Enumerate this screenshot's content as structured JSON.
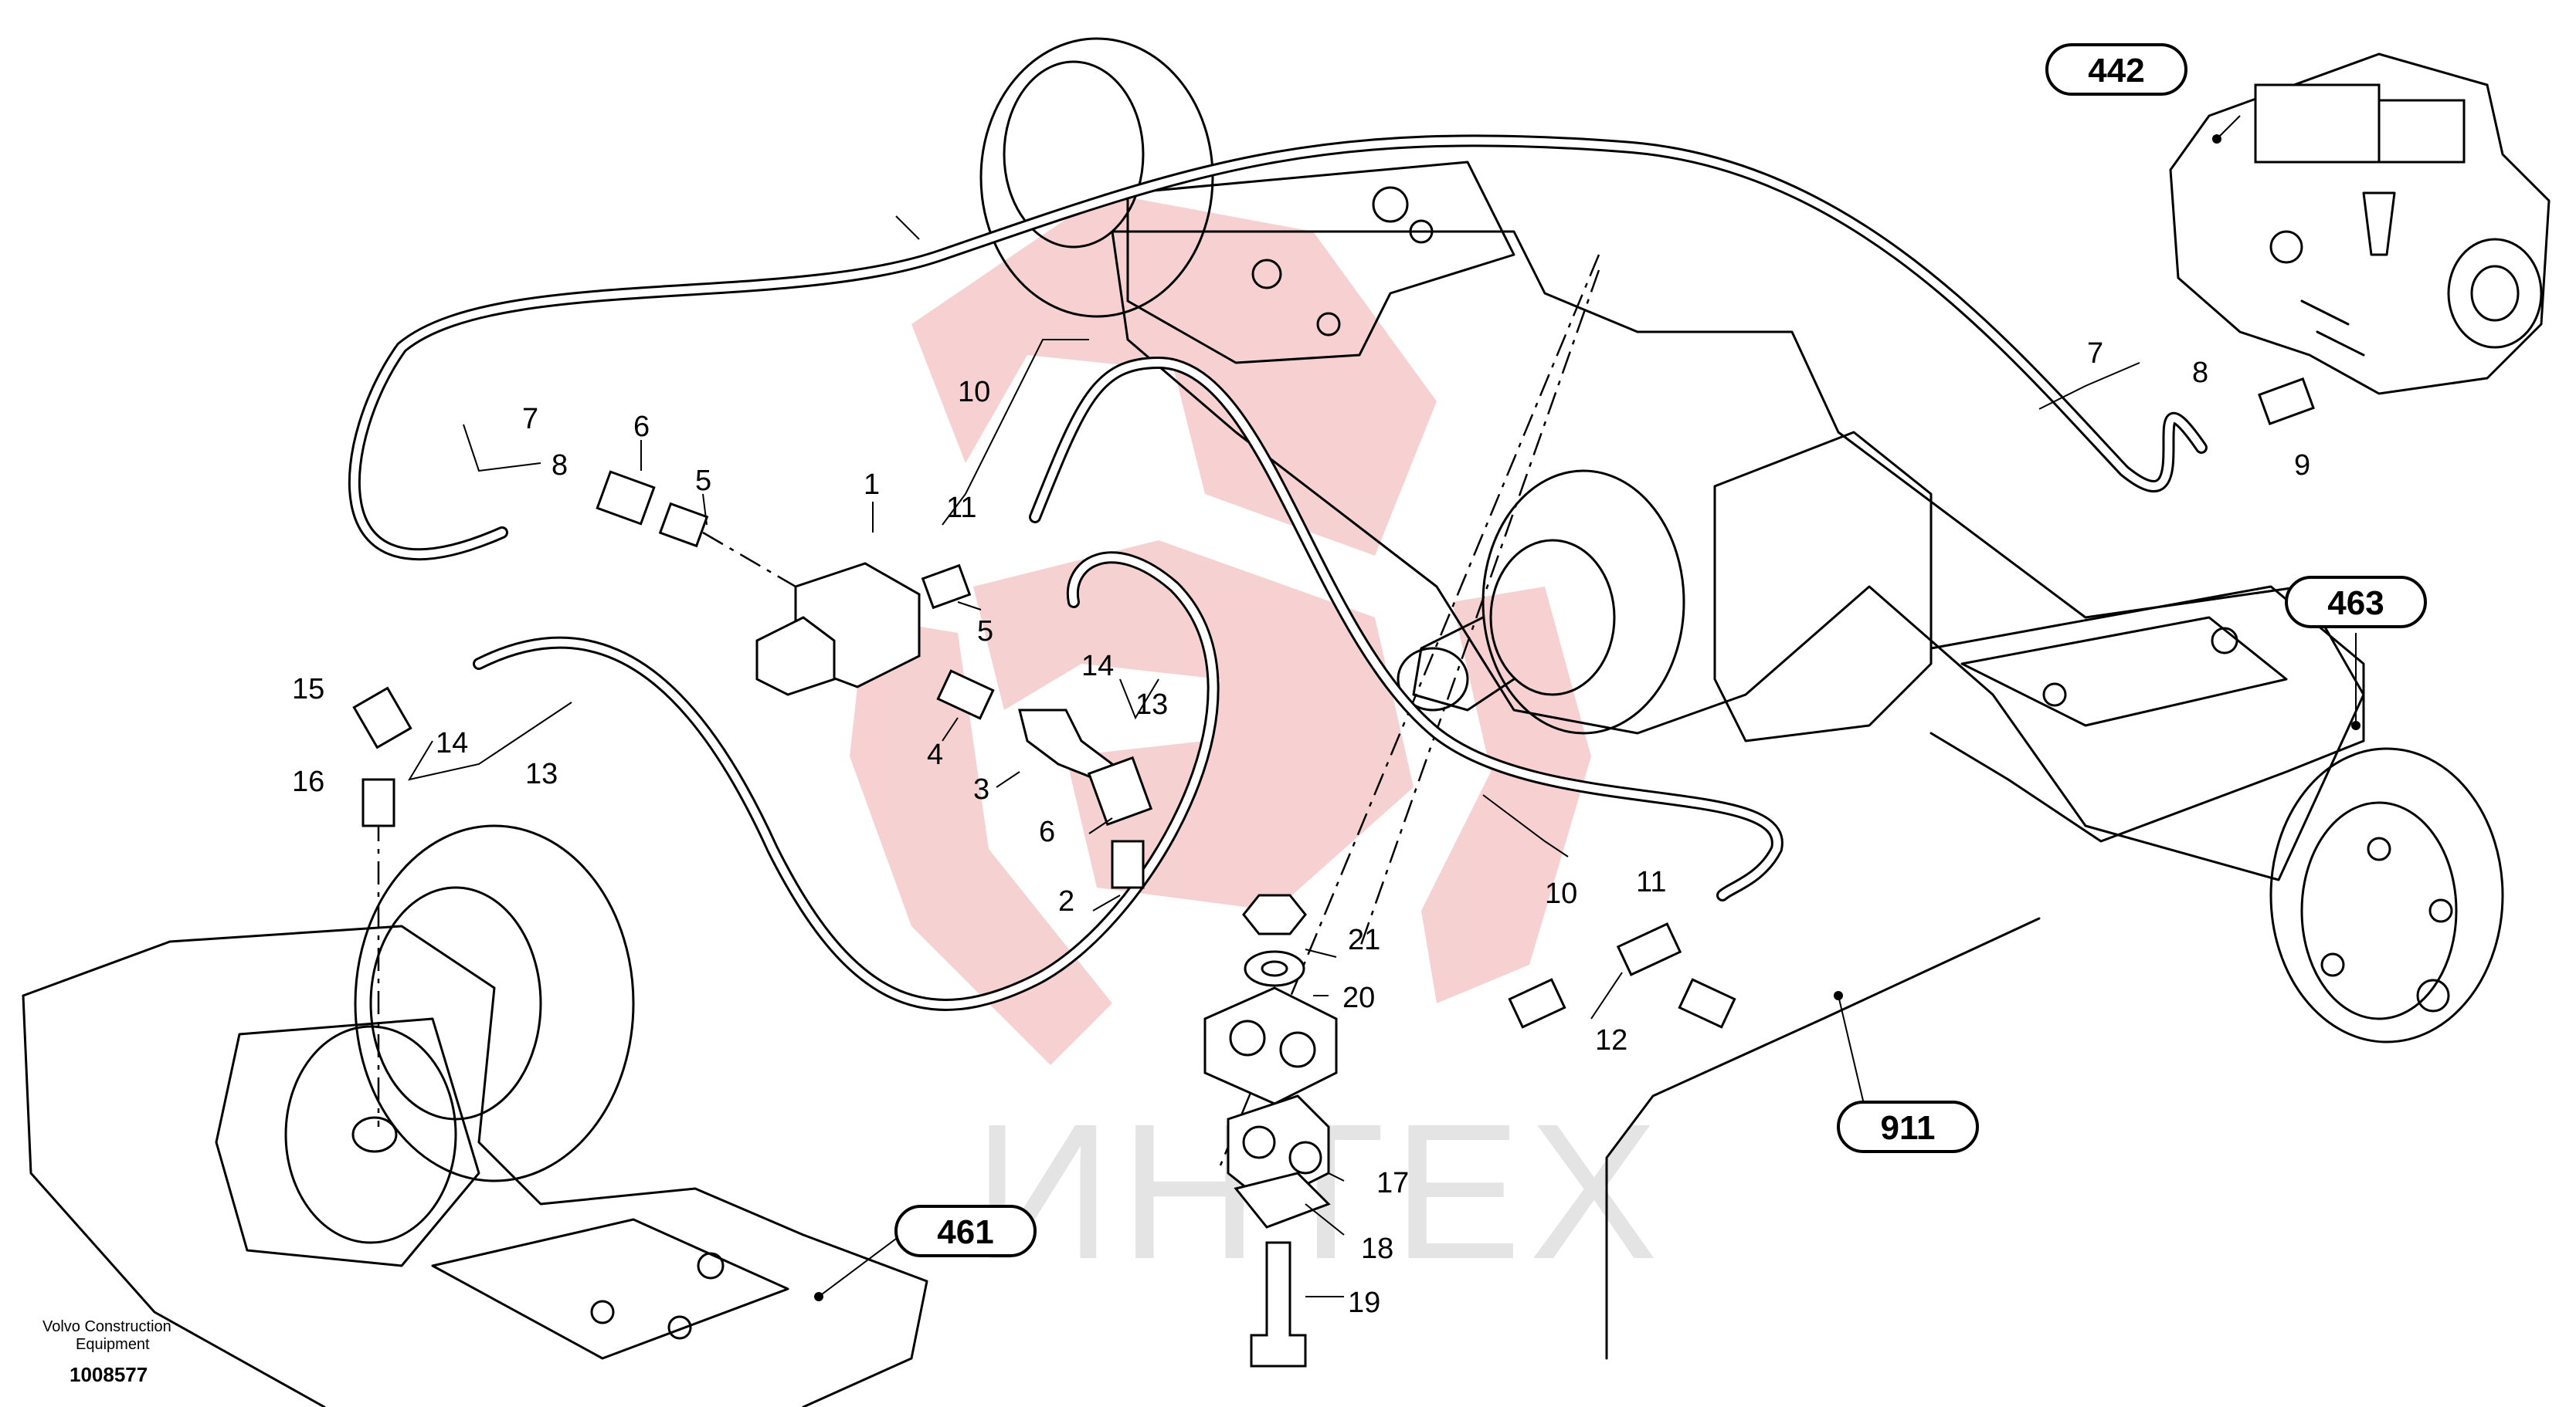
{
  "callouts": [
    "1",
    "2",
    "3",
    "4",
    "5",
    "5",
    "6",
    "6",
    "7",
    "7",
    "8",
    "8",
    "9",
    "10",
    "10",
    "11",
    "11",
    "12",
    "13",
    "13",
    "14",
    "14",
    "15",
    "16",
    "17",
    "18",
    "19",
    "20",
    "21"
  ],
  "references": [
    "442",
    "463",
    "461",
    "911"
  ],
  "footer": {
    "company_line1": "Volvo Construction",
    "company_line2": "Equipment",
    "drawing_number": "1008577"
  },
  "watermark": {
    "text": "ИНТЕХ",
    "logo_color": "#f2b8b8",
    "text_color": "#e6e6e6"
  },
  "colors": {
    "line": "#000000",
    "background": "#ffffff"
  }
}
